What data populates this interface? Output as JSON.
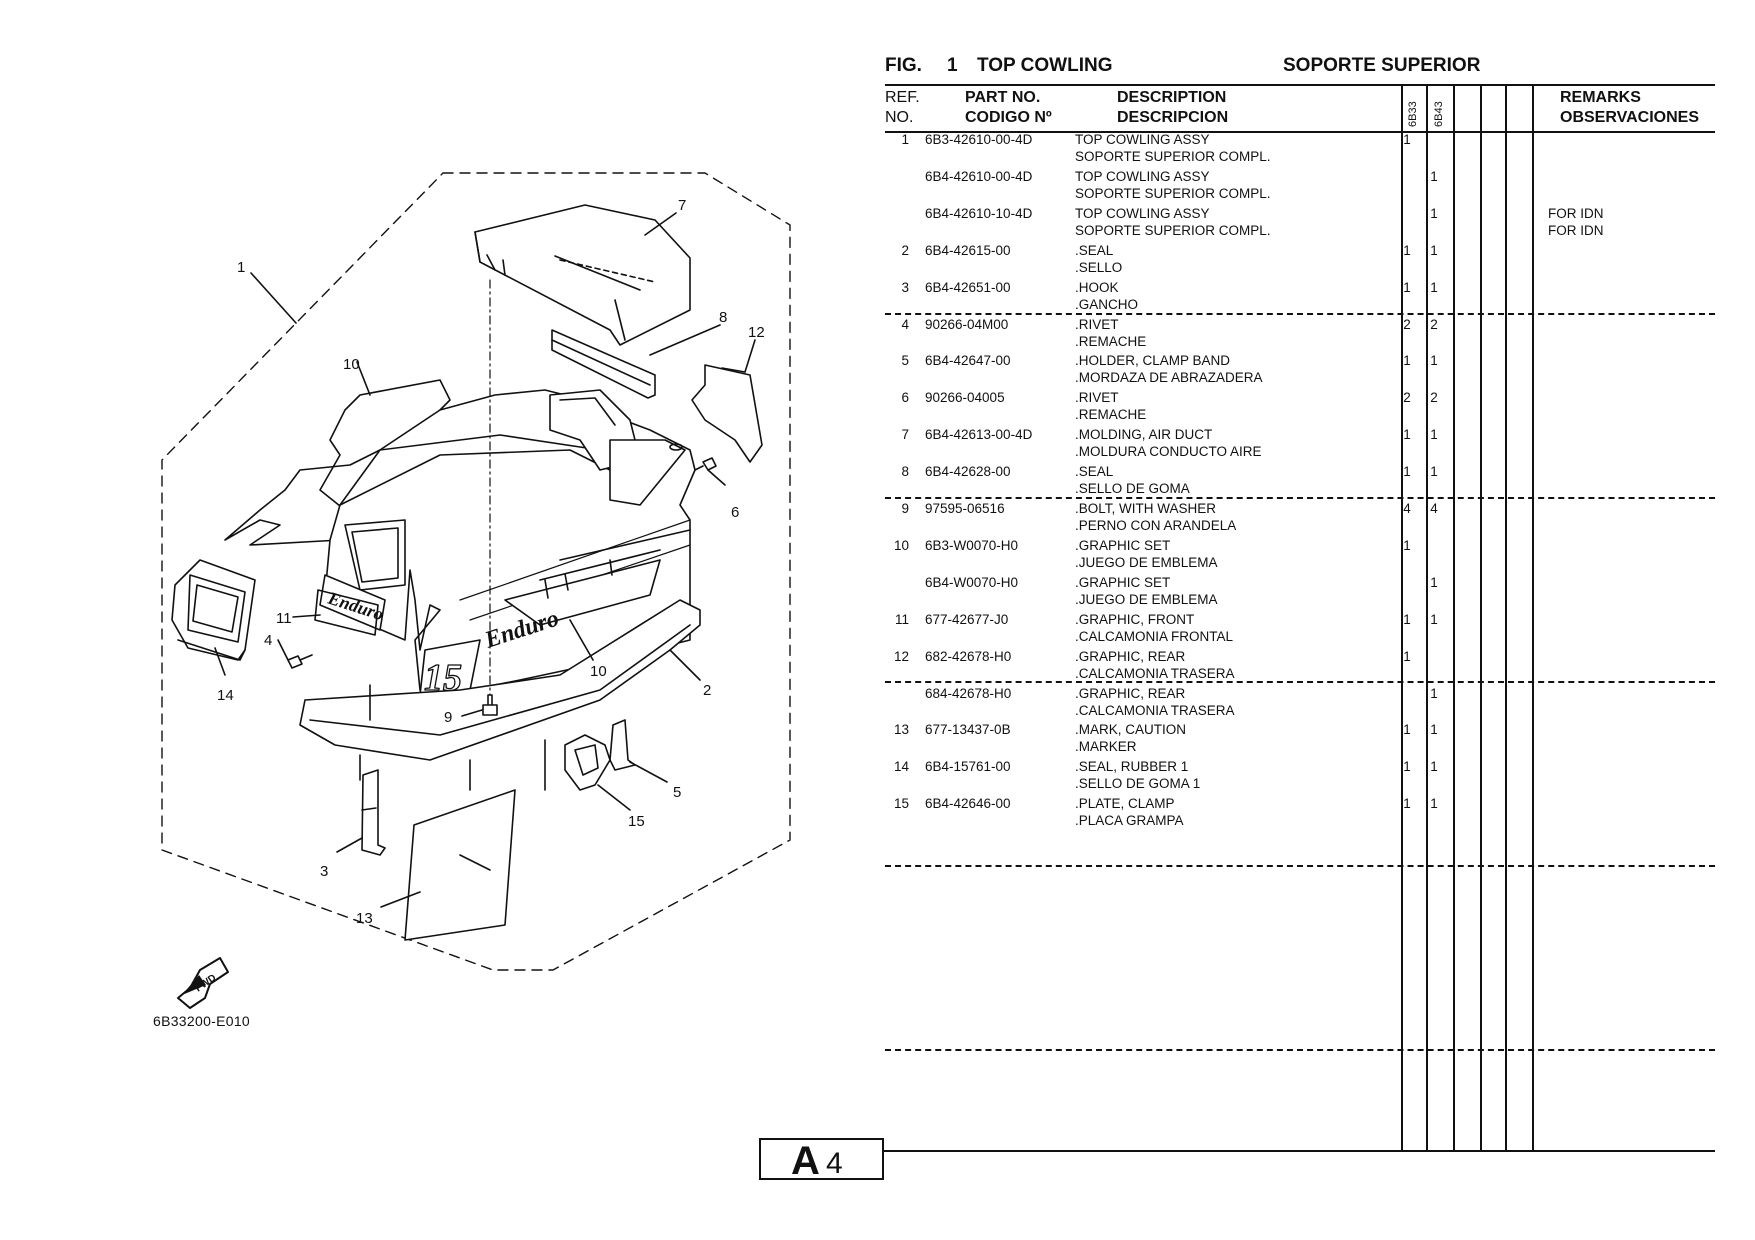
{
  "figure": {
    "label": "FIG.",
    "number": "1",
    "title": "TOP COWLING",
    "title_es": "SOPORTE SUPERIOR",
    "diagram_code": "6B33200-E010",
    "fwd_label": "FWD"
  },
  "callouts": [
    "1",
    "7",
    "8",
    "12",
    "10",
    "6",
    "11",
    "4",
    "14",
    "9",
    "10",
    "2",
    "5",
    "15",
    "3",
    "13"
  ],
  "columns": {
    "ref": "REF.",
    "no": "NO.",
    "part_no": "PART NO.",
    "codigo": "CODIGO Nº",
    "description": "DESCRIPTION",
    "descripcion": "DESCRIPCION",
    "model_a": "6B33",
    "model_b": "6B43",
    "remarks": "REMARKS",
    "observaciones": "OBSERVACIONES"
  },
  "rows": [
    {
      "ref": "1",
      "part": "6B3-42610-00-4D",
      "d1": "TOP COWLING ASSY",
      "d2": "SOPORTE SUPERIOR COMPL.",
      "q1": "1",
      "q2": "",
      "r1": "",
      "r2": ""
    },
    {
      "ref": "",
      "part": "6B4-42610-00-4D",
      "d1": "TOP COWLING ASSY",
      "d2": "SOPORTE SUPERIOR COMPL.",
      "q1": "",
      "q2": "1",
      "r1": "",
      "r2": ""
    },
    {
      "ref": "",
      "part": "6B4-42610-10-4D",
      "d1": "TOP COWLING ASSY",
      "d2": "SOPORTE SUPERIOR COMPL.",
      "q1": "",
      "q2": "1",
      "r1": "FOR IDN",
      "r2": "FOR IDN"
    },
    {
      "ref": "2",
      "part": "6B4-42615-00",
      "d1": ".SEAL",
      "d2": ".SELLO",
      "q1": "1",
      "q2": "1",
      "r1": "",
      "r2": ""
    },
    {
      "ref": "3",
      "part": "6B4-42651-00",
      "d1": ".HOOK",
      "d2": ".GANCHO",
      "q1": "1",
      "q2": "1",
      "r1": "",
      "r2": ""
    },
    {
      "ref": "4",
      "part": "90266-04M00",
      "d1": ".RIVET",
      "d2": ".REMACHE",
      "q1": "2",
      "q2": "2",
      "r1": "",
      "r2": ""
    },
    {
      "ref": "5",
      "part": "6B4-42647-00",
      "d1": ".HOLDER, CLAMP BAND",
      "d2": ".MORDAZA DE ABRAZADERA",
      "q1": "1",
      "q2": "1",
      "r1": "",
      "r2": ""
    },
    {
      "ref": "6",
      "part": "90266-04005",
      "d1": ".RIVET",
      "d2": ".REMACHE",
      "q1": "2",
      "q2": "2",
      "r1": "",
      "r2": ""
    },
    {
      "ref": "7",
      "part": "6B4-42613-00-4D",
      "d1": ".MOLDING, AIR DUCT",
      "d2": ".MOLDURA CONDUCTO AIRE",
      "q1": "1",
      "q2": "1",
      "r1": "",
      "r2": ""
    },
    {
      "ref": "8",
      "part": "6B4-42628-00",
      "d1": ".SEAL",
      "d2": ".SELLO DE GOMA",
      "q1": "1",
      "q2": "1",
      "r1": "",
      "r2": ""
    },
    {
      "ref": "9",
      "part": "97595-06516",
      "d1": ".BOLT, WITH WASHER",
      "d2": ".PERNO CON ARANDELA",
      "q1": "4",
      "q2": "4",
      "r1": "",
      "r2": ""
    },
    {
      "ref": "10",
      "part": "6B3-W0070-H0",
      "d1": ".GRAPHIC SET",
      "d2": ".JUEGO DE EMBLEMA",
      "q1": "1",
      "q2": "",
      "r1": "",
      "r2": ""
    },
    {
      "ref": "",
      "part": "6B4-W0070-H0",
      "d1": ".GRAPHIC SET",
      "d2": ".JUEGO DE EMBLEMA",
      "q1": "",
      "q2": "1",
      "r1": "",
      "r2": ""
    },
    {
      "ref": "11",
      "part": "677-42677-J0",
      "d1": ".GRAPHIC, FRONT",
      "d2": ".CALCAMONIA  FRONTAL",
      "q1": "1",
      "q2": "1",
      "r1": "",
      "r2": ""
    },
    {
      "ref": "12",
      "part": "682-42678-H0",
      "d1": ".GRAPHIC, REAR",
      "d2": ".CALCAMONIA  TRASERA",
      "q1": "1",
      "q2": "",
      "r1": "",
      "r2": ""
    },
    {
      "ref": "",
      "part": "684-42678-H0",
      "d1": ".GRAPHIC, REAR",
      "d2": ".CALCAMONIA  TRASERA",
      "q1": "",
      "q2": "1",
      "r1": "",
      "r2": ""
    },
    {
      "ref": "13",
      "part": "677-13437-0B",
      "d1": ".MARK, CAUTION",
      "d2": ".MARKER",
      "q1": "1",
      "q2": "1",
      "r1": "",
      "r2": ""
    },
    {
      "ref": "14",
      "part": "6B4-15761-00",
      "d1": ".SEAL, RUBBER 1",
      "d2": ".SELLO  DE GOMA 1",
      "q1": "1",
      "q2": "1",
      "r1": "",
      "r2": ""
    },
    {
      "ref": "15",
      "part": "6B4-42646-00",
      "d1": ".PLATE, CLAMP",
      "d2": ".PLACA GRAMPA",
      "q1": "1",
      "q2": "1",
      "r1": "",
      "r2": ""
    }
  ],
  "page": {
    "letter": "A",
    "number": "4"
  }
}
